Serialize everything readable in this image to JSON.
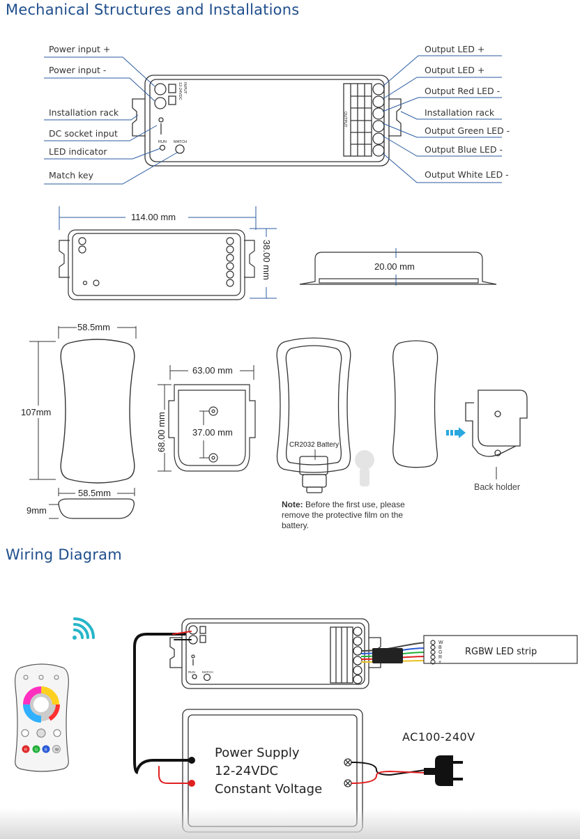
{
  "headings": {
    "mechanical": "Mechanical Structures and Installations",
    "wiring": "Wiring Diagram"
  },
  "callouts_left": [
    "Power input +",
    "Power input -",
    "Installation rack",
    "DC socket input",
    "LED indicator",
    "Match key"
  ],
  "callouts_right": [
    "Output LED +",
    "Output LED +",
    "Output Red LED -",
    "Installation rack",
    "Output Green LED -",
    "Output Blue LED -",
    "Output White LED -"
  ],
  "controller": {
    "input_label": "INPUT",
    "input_voltage": "12-24VDC",
    "output_label": "OUTPUT",
    "run_label": "RUN",
    "match_label": "MATCH"
  },
  "dimensions": {
    "length": "114.00 mm",
    "width": "38.00 mm",
    "height": "20.00 mm",
    "remote_width": "58.5mm",
    "remote_height": "107mm",
    "remote_width_side": "58.5mm",
    "remote_thickness": "9mm",
    "holder_width": "63.00 mm",
    "holder_height": "68.00 mm",
    "hole_spacing": "37.00 mm"
  },
  "battery_label": "CR2032 Battery",
  "note": {
    "prefix": "Note:",
    "text": " Before the first use, please remove the protective film on the battery."
  },
  "back_holder_label": "Back holder",
  "wiring": {
    "strip_label": "RGBW LED strip",
    "strip_pins": [
      "W",
      "B",
      "G",
      "R",
      "+"
    ],
    "ac_label": "AC100-240V",
    "power_supply": [
      "Power Supply",
      "12-24VDC",
      "Constant Voltage"
    ]
  },
  "remote_buttons": [
    "R",
    "G",
    "B",
    "W"
  ],
  "colors": {
    "heading": "#1f4e8c",
    "line": "#333333",
    "dim_line": "#2a5aa0",
    "arrow": "#29a8e0",
    "wifi": "#26b5c8",
    "wire_red": "#e02020",
    "wire_black": "#111111"
  }
}
